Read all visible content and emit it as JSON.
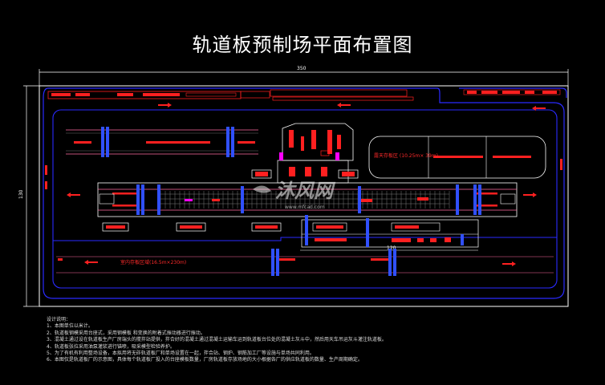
{
  "title": "轨道板预制场平面布置图",
  "dimensions": {
    "top": "350",
    "left": "130",
    "inner": "120"
  },
  "labels": {
    "yard_area": "露天存板区  (10.25m×  39m)",
    "storage_area": "室内存板区域(16.5m×230m)"
  },
  "watermark": {
    "text": "沐风网",
    "url": "www.mfcad.com"
  },
  "notes": {
    "heading": "设计说明：",
    "items": [
      "1、本图单位以米计。",
      "2、轨道板钢模采用台座式，采用钢模板  和变换的附着式振动器进行振动。",
      "3、混凝土通过设在轨道板生产厂房端头的搅拌站提供，拌合好的混凝土通过混凝土运输车运到轨道板台位处的混凝土灰斗中，然后用天车吊运灰斗灌注轨道板。",
      "4、轨道板张拉采用油泵灌浆进行锚喷，吸采模型检验养护。",
      "5、为了有机有利用整场设备，本拟用将无砟轨道板厂和单场设置在一起，拌合站、钢炉、钢筋加工厂等设施与单场共同利用。",
      "6、本图仅是轨道板厂的示意图，具体每个轨道板厂投入的台座模板数量，厂房轨道板存放场地的大小根据各厂的供应轨道板的数量、生产周期确定。"
    ]
  },
  "colors": {
    "frame": "#ffffff",
    "road": "#2020ff",
    "equipment": "#ff2020",
    "track": "#ff6aa0",
    "accent": "#ff00ff"
  }
}
